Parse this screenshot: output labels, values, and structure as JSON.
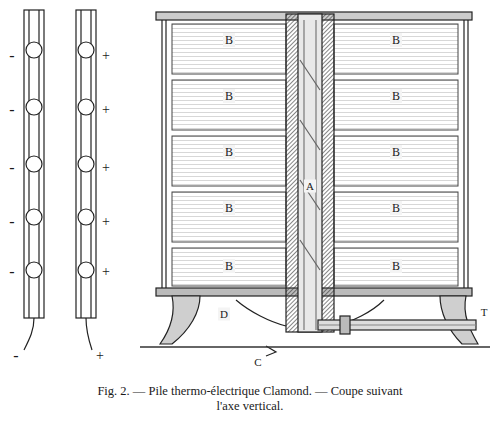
{
  "diagram": {
    "caption": "Fig. 2. — Pile thermo-électrique Clamond. — Coupe suivant l'axe vertical.",
    "labels": [
      "-",
      "-",
      "-",
      "-",
      "-",
      "+",
      "+",
      "+",
      "+",
      "+",
      "-",
      "+",
      "B",
      "B",
      "B",
      "B",
      "B",
      "B",
      "B",
      "B",
      "B",
      "B",
      "A",
      "D",
      "C",
      "T"
    ]
  }
}
